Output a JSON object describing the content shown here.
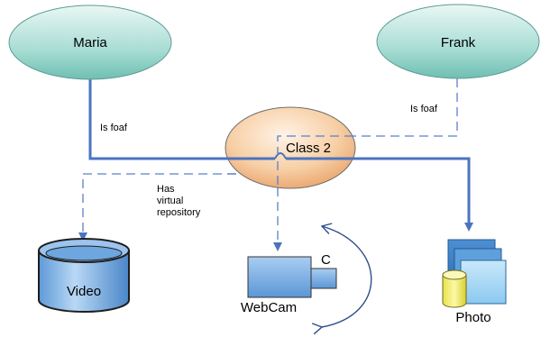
{
  "nodes": {
    "maria": {
      "label": "Maria"
    },
    "frank": {
      "label": "Frank"
    },
    "class2": {
      "label": "Class 2"
    },
    "video": {
      "label": "Video"
    },
    "webcam": {
      "label": "WebCam",
      "badge": "C"
    },
    "photo": {
      "label": "Photo"
    }
  },
  "edges": {
    "maria_foaf": "Is foaf",
    "frank_foaf": "Is foaf",
    "repository": [
      "Has",
      "virtual",
      "repository"
    ]
  },
  "colors": {
    "person_fill": "#a8ddd4",
    "class_fill": "#f4c79b",
    "device_fill": "#7fb3e6",
    "edge": "#4a74c0",
    "photo_frame": "#8cc8f0",
    "cylinder_yellow": "#f4f07a"
  }
}
